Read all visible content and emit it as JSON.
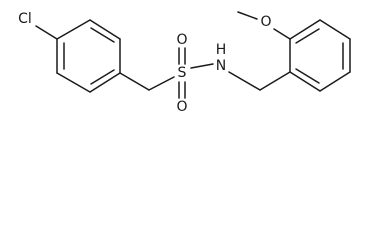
{
  "molecule": {
    "atoms": {
      "chlorine": "Cl",
      "sulfur": "S",
      "oxygen_top": "O",
      "oxygen_bottom": "O",
      "nitrogen_hydrogen": "H",
      "nitrogen": "N",
      "methoxy_oxygen": "O"
    },
    "colors": {
      "ink": "#1a1a1a",
      "background": "#ffffff"
    }
  }
}
